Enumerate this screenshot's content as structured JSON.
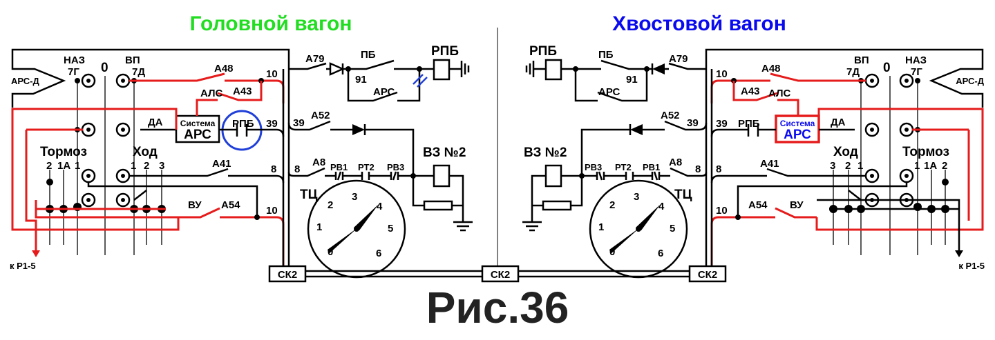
{
  "titles": {
    "head": "Головной вагон",
    "tail": "Хвостовой вагон",
    "head_color": "#22dd22",
    "tail_color": "#0a0aee",
    "figure": "Рис.36"
  },
  "colors": {
    "active_wire": "#e61b1b",
    "wire": "#000000",
    "highlight": "#1f3fd8"
  },
  "head": {
    "ars_d": "АРС-Д",
    "naz": "НАЗ",
    "naz_pos": "7Г",
    "vp": "ВП",
    "vp_pos": "7Д",
    "zero": "0",
    "da": "ДА",
    "brake": "Тормоз",
    "brake_pos": [
      "2",
      "1А",
      "1"
    ],
    "drive": "Ход",
    "drive_pos": [
      "1",
      "2",
      "3"
    ],
    "als": "АЛС",
    "a48": "А48",
    "a43": "А43",
    "a41": "А41",
    "a54": "А54",
    "vu": "ВУ",
    "system": "Система",
    "ars": "АРС",
    "rpb": "РПБ",
    "wire_10": "10",
    "wire_39": "39",
    "wire_8": "8",
    "to": "к Р1-5",
    "a79": "А79",
    "pb": "ПБ",
    "c91": "91",
    "a52": "А52",
    "a8": "А8",
    "rv1": "РВ1",
    "rt2": "РТ2",
    "rv3": "РВ3",
    "vz": "ВЗ №2",
    "tc": "ТЦ",
    "gauge": [
      "0",
      "1",
      "2",
      "3",
      "4",
      "5",
      "6"
    ],
    "sk2": "СК2"
  },
  "tail": {
    "ars_d": "АРС-Д",
    "naz": "НАЗ",
    "naz_pos": "7Г",
    "vp": "ВП",
    "vp_pos": "7Д",
    "zero": "0",
    "da": "ДА",
    "brake": "Тормоз",
    "brake_pos": [
      "1",
      "1А",
      "2"
    ],
    "drive": "Ход",
    "drive_pos": [
      "3",
      "2",
      "1"
    ],
    "als": "АЛС",
    "a48": "А48",
    "a43": "А43",
    "a41": "А41",
    "a54": "А54",
    "vu": "ВУ",
    "system": "Система",
    "ars": "АРС",
    "rpb": "РПБ",
    "wire_10": "10",
    "wire_39": "39",
    "wire_8": "8",
    "to": "к Р1-5",
    "a79": "А79",
    "pb": "ПБ",
    "c91": "91",
    "a52": "А52",
    "a8": "А8",
    "rv1": "РВ1",
    "rt2": "РТ2",
    "rv3": "РВ3",
    "vz": "ВЗ №2",
    "tc": "ТЦ",
    "gauge": [
      "0",
      "1",
      "2",
      "3",
      "4",
      "5",
      "6"
    ],
    "sk2": "СК2"
  },
  "center": {
    "sk2": "СК2"
  }
}
